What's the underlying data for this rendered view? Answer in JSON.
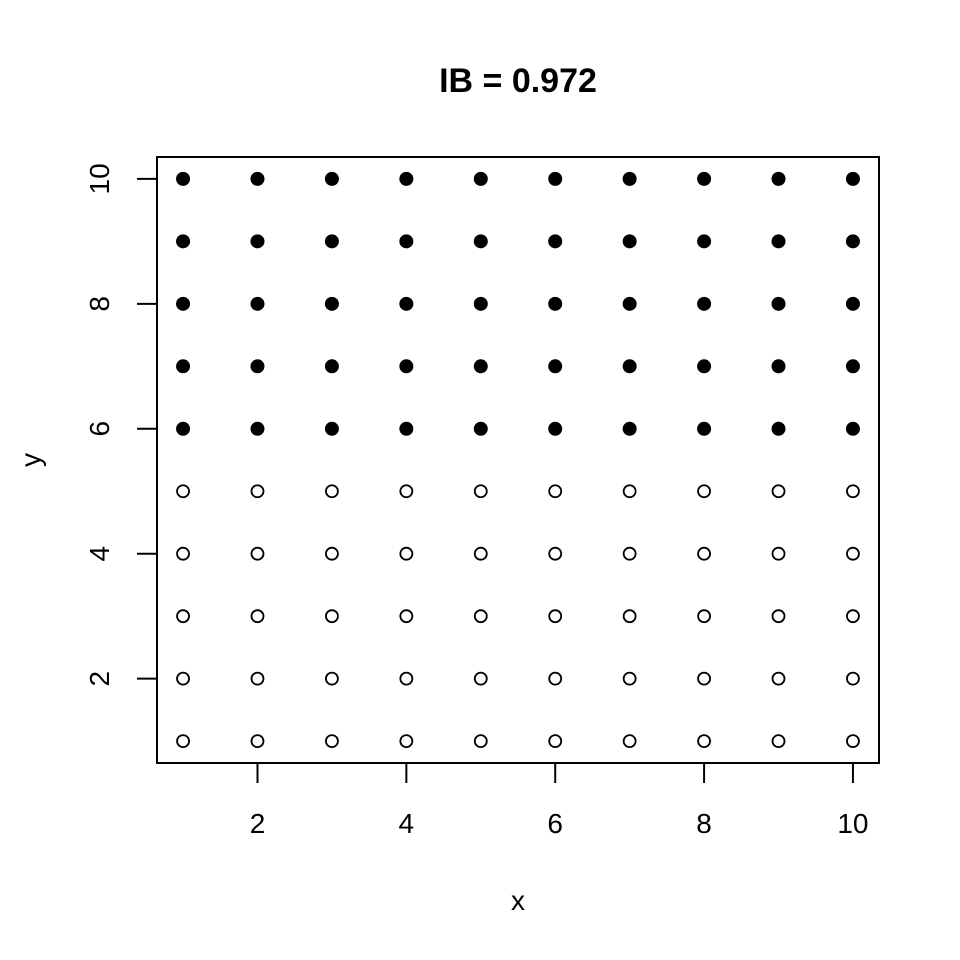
{
  "chart_data": {
    "type": "scatter",
    "title": "IB = 0.972",
    "xlabel": "x",
    "ylabel": "y",
    "xlim": [
      0.65,
      10.35
    ],
    "ylim": [
      0.65,
      10.35
    ],
    "xticks": [
      2,
      4,
      6,
      8,
      10
    ],
    "yticks": [
      2,
      4,
      6,
      8,
      10
    ],
    "grid": false,
    "series": [
      {
        "marker": "filled-circle",
        "x": [
          1,
          2,
          3,
          4,
          5,
          6,
          7,
          8,
          9,
          10,
          1,
          2,
          3,
          4,
          5,
          6,
          7,
          8,
          9,
          10,
          1,
          2,
          3,
          4,
          5,
          6,
          7,
          8,
          9,
          10,
          1,
          2,
          3,
          4,
          5,
          6,
          7,
          8,
          9,
          10,
          1,
          2,
          3,
          4,
          5,
          6,
          7,
          8,
          9,
          10
        ],
        "y": [
          6,
          6,
          6,
          6,
          6,
          6,
          6,
          6,
          6,
          6,
          7,
          7,
          7,
          7,
          7,
          7,
          7,
          7,
          7,
          7,
          8,
          8,
          8,
          8,
          8,
          8,
          8,
          8,
          8,
          8,
          9,
          9,
          9,
          9,
          9,
          9,
          9,
          9,
          9,
          9,
          10,
          10,
          10,
          10,
          10,
          10,
          10,
          10,
          10,
          10
        ]
      },
      {
        "marker": "open-circle",
        "x": [
          1,
          2,
          3,
          4,
          5,
          6,
          7,
          8,
          9,
          10,
          1,
          2,
          3,
          4,
          5,
          6,
          7,
          8,
          9,
          10,
          1,
          2,
          3,
          4,
          5,
          6,
          7,
          8,
          9,
          10,
          1,
          2,
          3,
          4,
          5,
          6,
          7,
          8,
          9,
          10,
          1,
          2,
          3,
          4,
          5,
          6,
          7,
          8,
          9,
          10
        ],
        "y": [
          1,
          1,
          1,
          1,
          1,
          1,
          1,
          1,
          1,
          1,
          2,
          2,
          2,
          2,
          2,
          2,
          2,
          2,
          2,
          2,
          3,
          3,
          3,
          3,
          3,
          3,
          3,
          3,
          3,
          3,
          4,
          4,
          4,
          4,
          4,
          4,
          4,
          4,
          4,
          4,
          5,
          5,
          5,
          5,
          5,
          5,
          5,
          5,
          5,
          5
        ]
      }
    ]
  }
}
